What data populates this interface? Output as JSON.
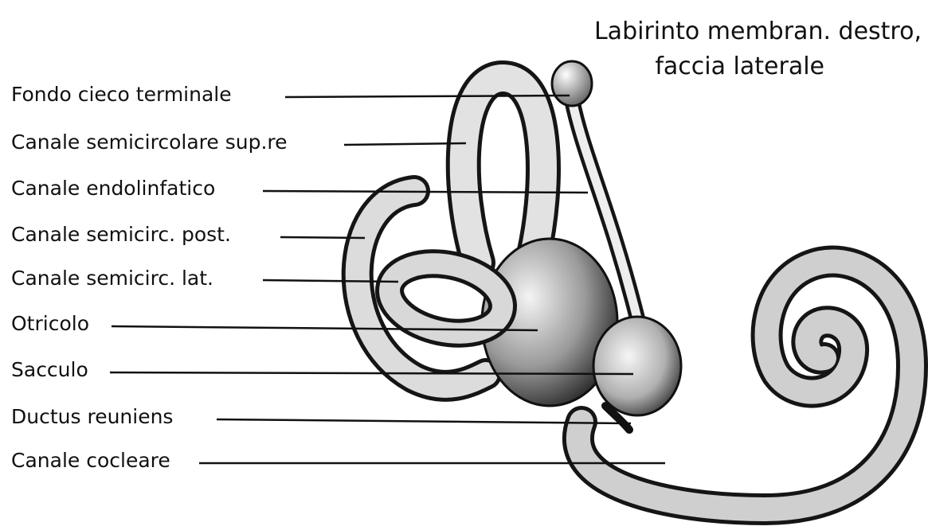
{
  "title": {
    "line1": "Labirinto membran. destro,",
    "line2": "faccia laterale"
  },
  "labels": [
    "Fondo cieco terminale",
    "Canale semicircolare sup.re",
    "Canale endolinfatico",
    "Canale semicirc. post.",
    "Canale semicirc. lat.",
    "Otricolo",
    "Sacculo",
    "Ductus reuniens",
    "Canale cocleare"
  ]
}
